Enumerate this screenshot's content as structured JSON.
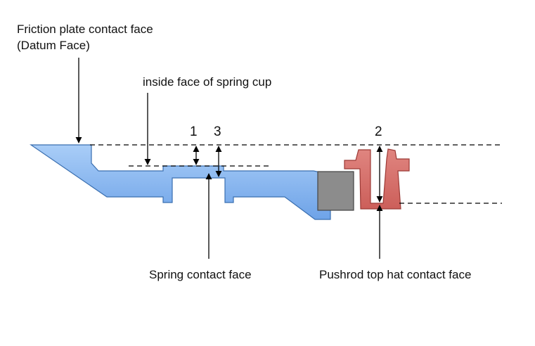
{
  "labels": {
    "friction_line1": "Friction plate contact face",
    "friction_line2": "(Datum Face)",
    "spring_cup": "inside face of spring cup",
    "spring_contact": "Spring contact face",
    "pushrod_contact": "Pushrod top hat contact face"
  },
  "dimensions": {
    "d1": "1",
    "d2": "2",
    "d3": "3"
  },
  "colors": {
    "plate_fill": "#8ab8f0",
    "plate_stroke": "#3a6fb0",
    "top_hat_fill": "#d9716d",
    "top_hat_stroke": "#9c3a36",
    "block_fill": "#8c8c8c",
    "line": "#000000"
  }
}
